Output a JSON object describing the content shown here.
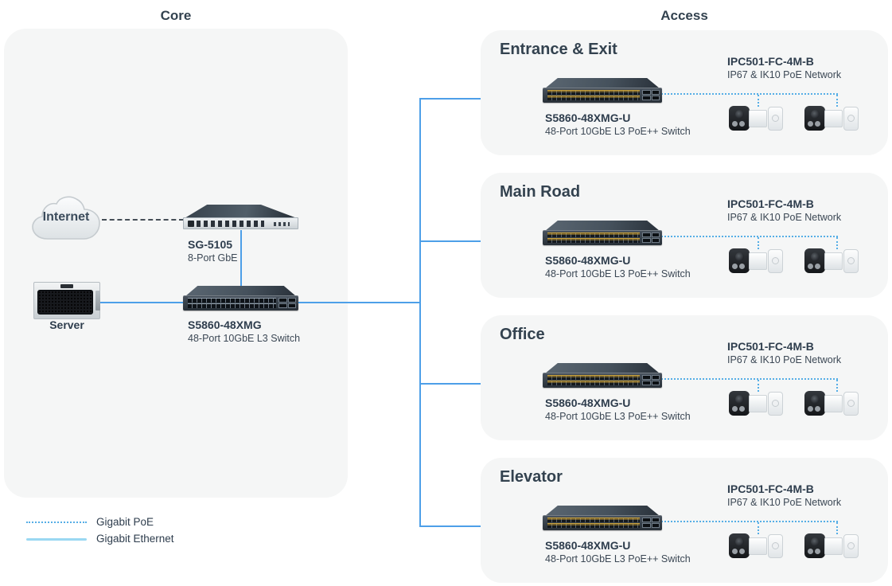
{
  "page": {
    "core_title": "Core",
    "access_title": "Access"
  },
  "colors": {
    "ethernet": "#4d9fe8",
    "poe": "#56aee6",
    "legend-ethernet": "#9ad8f2",
    "panel": "#f5f6f6",
    "heading": "#33424f",
    "text": "#2e3d4d"
  },
  "core": {
    "internet_label": "Internet",
    "router_name": "SG-5105",
    "router_desc": "8-Port GbE",
    "server_label": "Server",
    "switch_name": "S5860-48XMG",
    "switch_desc": "48-Port 10GbE L3 Switch"
  },
  "access": {
    "zones": [
      {
        "heading": "Entrance & Exit",
        "switch_name": "S5860-48XMG-U",
        "switch_desc": "48-Port 10GbE L3 PoE++ Switch",
        "camera_name": "IPC501-FC-4M-B",
        "camera_desc": "IP67 & IK10 PoE Network"
      },
      {
        "heading": "Main Road",
        "switch_name": "S5860-48XMG-U",
        "switch_desc": "48-Port 10GbE L3 PoE++ Switch",
        "camera_name": "IPC501-FC-4M-B",
        "camera_desc": "IP67 & IK10 PoE Network"
      },
      {
        "heading": "Office",
        "switch_name": "S5860-48XMG-U",
        "switch_desc": "48-Port 10GbE L3 PoE++ Switch",
        "camera_name": "IPC501-FC-4M-B",
        "camera_desc": "IP67 & IK10 PoE Network"
      },
      {
        "heading": "Elevator",
        "switch_name": "S5860-48XMG-U",
        "switch_desc": "48-Port 10GbE L3 PoE++ Switch",
        "camera_name": "IPC501-FC-4M-B",
        "camera_desc": "IP67 & IK10 PoE Network"
      }
    ]
  },
  "legend": {
    "poe_label": "Gigabit PoE",
    "ethernet_label": "Gigabit Ethernet"
  }
}
